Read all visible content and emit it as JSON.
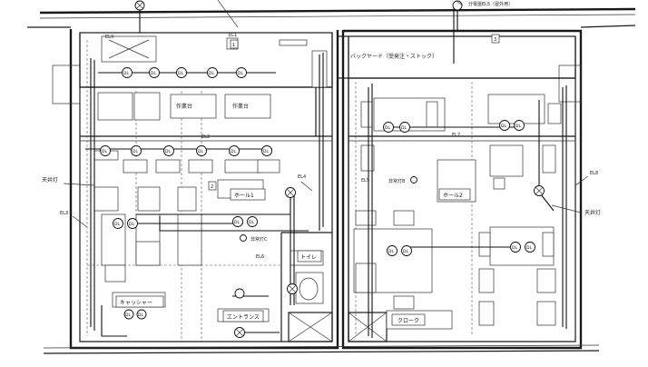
{
  "labels": {
    "backyard": "バックヤード（受発注・ストック）",
    "kitchen_a": "作業台",
    "kitchen_b": "作業台",
    "hall1": "ホール1",
    "hall2": "ホール2",
    "toilet": "トイレ",
    "cashier": "キャッシャー",
    "entrance": "エントランス",
    "cloak": "クローク",
    "ceiling_light_left": "天井灯",
    "ceiling_light_right": "天井灯",
    "outlet_c": "非常灯C",
    "outlet_b": "非常灯B",
    "circuit_1": "EL1",
    "circuit_2": "EL2",
    "circuit_3": "EL3",
    "circuit_4": "EL4",
    "circuit_5": "EL5",
    "circuit_6": "EL6",
    "circuit_7": "EL7",
    "circuit_8": "EL8",
    "circuit_9": "EL9",
    "top_note": "分電盤EL5（屋外用）",
    "fixture_code": "DL",
    "marker_1": "1",
    "marker_2": "2",
    "marker_3": "3"
  }
}
